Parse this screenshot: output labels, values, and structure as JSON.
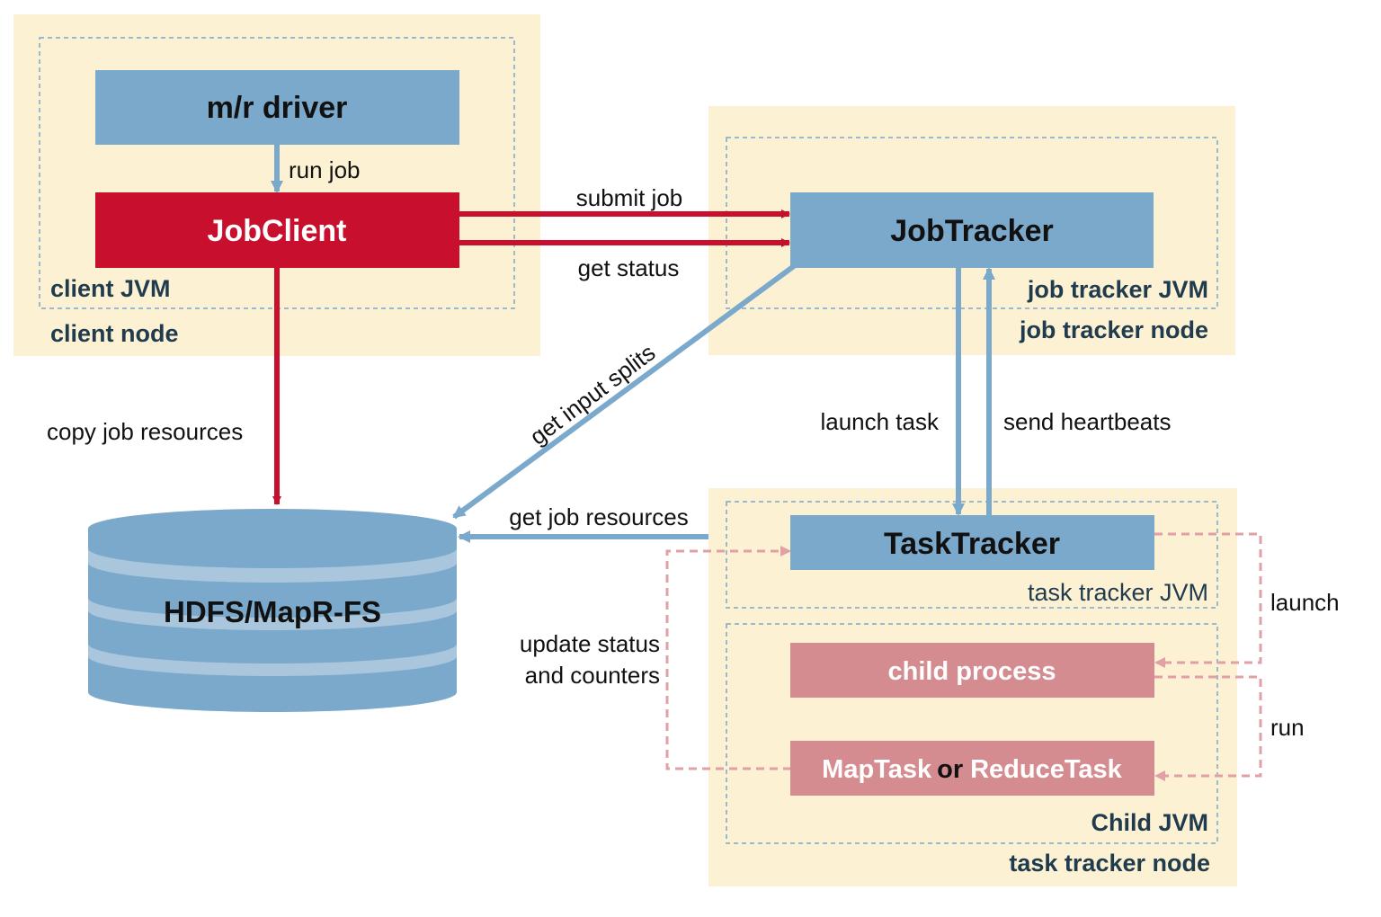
{
  "colors": {
    "node_bg": "#fdf1d3",
    "blue_box": "#7aa9cb",
    "red_box": "#c8102e",
    "pink_box": "#d58c90",
    "jvm_border": "#7aa9cb",
    "blue_arrow": "#7aa9cb",
    "red_arrow": "#c8102e",
    "pink_arrow": "#e0a0a4",
    "cylinder": "#7aa9cb",
    "cylinder_band": "#a9c6dc"
  },
  "nodes": {
    "client_node": "client node",
    "client_jvm": "client JVM",
    "job_tracker_node": "job tracker node",
    "job_tracker_jvm": "job tracker JVM",
    "task_tracker_node": "task tracker node",
    "task_tracker_jvm": "task tracker JVM",
    "child_jvm": "Child JVM"
  },
  "boxes": {
    "mr_driver": "m/r driver",
    "job_client": "JobClient",
    "job_tracker": "JobTracker",
    "task_tracker": "TaskTracker",
    "child_process": "child process",
    "map_task": "MapTask",
    "or_text": "or",
    "reduce_task": "ReduceTask",
    "hdfs": "HDFS/MapR-FS"
  },
  "edges": {
    "run_job": "run job",
    "submit_job": "submit job",
    "get_status": "get status",
    "copy_job_resources": "copy job resources",
    "get_input_splits": "get input splits",
    "launch_task": "launch task",
    "send_heartbeats": "send heartbeats",
    "get_job_resources": "get job resources",
    "update_status_line1": "update status",
    "update_status_line2": "and counters",
    "launch": "launch",
    "run": "run"
  }
}
